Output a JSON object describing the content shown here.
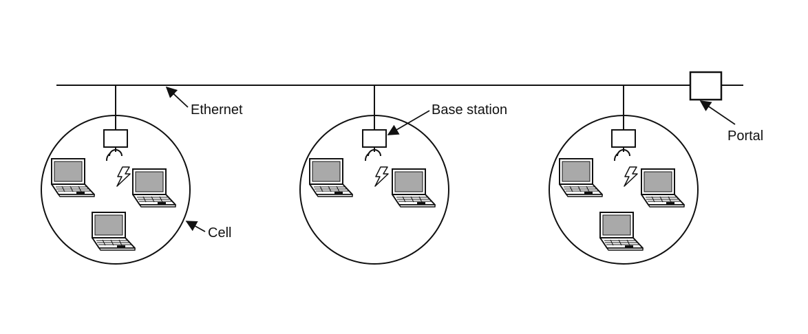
{
  "labels": {
    "ethernet": "Ethernet",
    "base_station": "Base station",
    "portal": "Portal",
    "cell": "Cell"
  },
  "colors": {
    "line": "#111111",
    "screen": "#a9a9a9",
    "background": "#ffffff"
  },
  "icons": [
    "laptop-icon",
    "antenna-icon",
    "lightning-icon",
    "base-station-box",
    "portal-box"
  ]
}
